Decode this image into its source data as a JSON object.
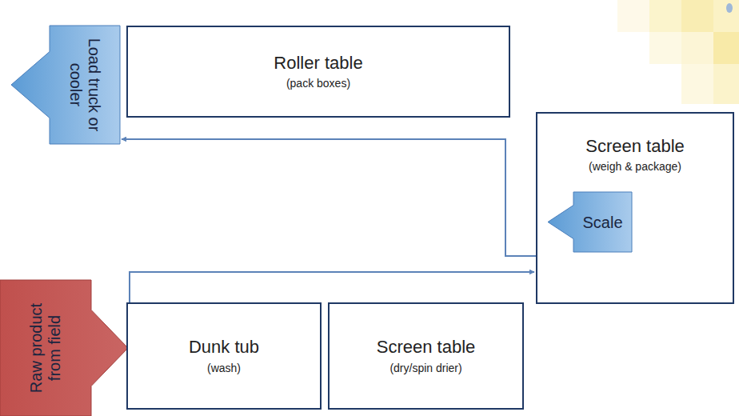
{
  "diagram": {
    "nodes": [
      {
        "text": [
          "Roller table",
          "(pack boxes)"
        ]
      },
      {
        "text": [
          "Load truck or cooler"
        ]
      },
      {
        "text": [
          "Screen table",
          "(weigh & package)"
        ]
      },
      {
        "text": [
          "Scale"
        ],
        "in": 2
      },
      {
        "text": [
          "Raw product from field"
        ]
      },
      {
        "text": [
          "Dunk tub",
          "(wash)"
        ]
      },
      {
        "text": [
          "Screen table",
          "(dry/spin drier)"
        ]
      }
    ],
    "edges": [
      {
        "from": 5,
        "to": 2,
        "arrow": "to"
      },
      {
        "from": 2,
        "to": 1,
        "arrow": "to"
      }
    ]
  }
}
